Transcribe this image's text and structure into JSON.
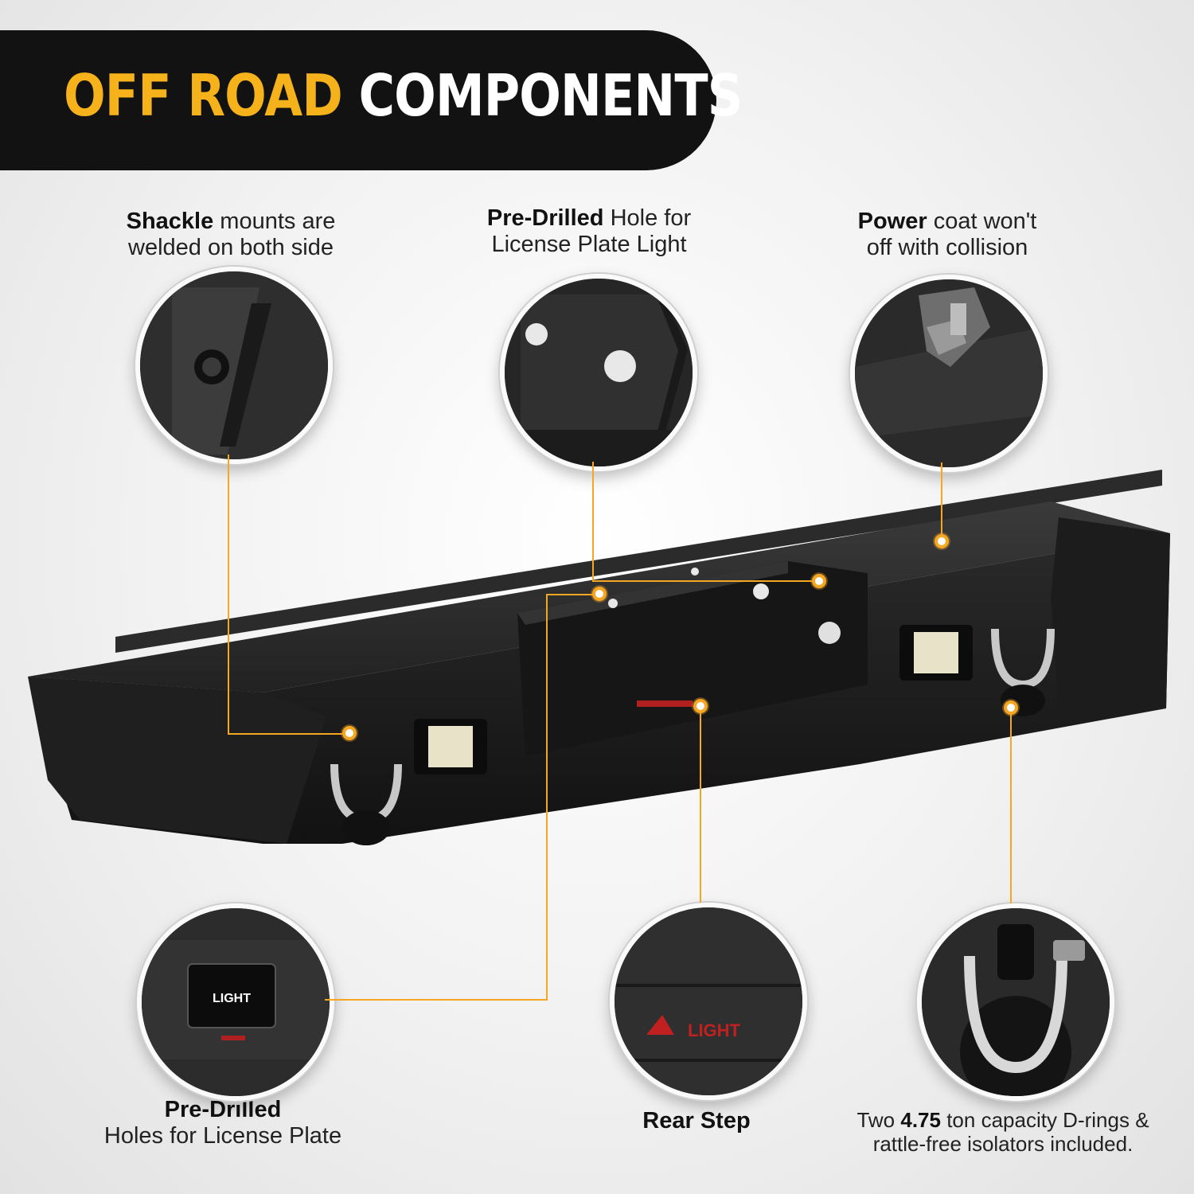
{
  "header": {
    "title_accent": "OFF ROAD",
    "title_main": "COMPONENTS"
  },
  "callouts": {
    "shackle": {
      "bold": "Shackle",
      "line1_rest": " mounts are",
      "line2": "welded on both side"
    },
    "light_hole": {
      "bold": "Pre-Drilled",
      "line1_rest": " Hole for",
      "line2": "License Plate Light"
    },
    "coat": {
      "bold": "Power",
      "line1_rest": " coat won't",
      "line2": "off with collision"
    },
    "plate": {
      "bold": "Pre-Drilled",
      "line2": "Holes for License Plate"
    },
    "step": {
      "bold": "Rear Step"
    },
    "drings": {
      "pre": "Two  ",
      "bold": "4.75",
      "line1_rest": " ton capacity D-rings &",
      "line2": "rattle-free isolators included."
    }
  },
  "logo_text": "LIGHT",
  "colors": {
    "accent": "#f5b21a",
    "callout_line": "#f5a623",
    "banner": "#121212"
  }
}
